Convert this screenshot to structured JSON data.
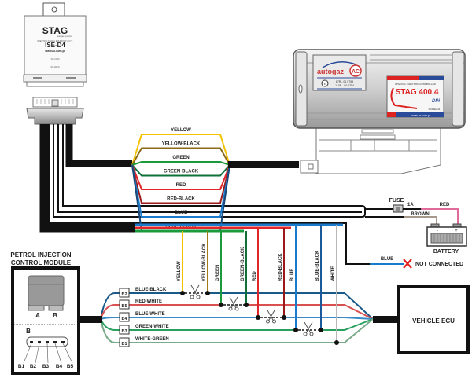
{
  "title": "STAG ISE-D4 wiring diagram",
  "emulator": {
    "brand": "STAG",
    "tagline": "autogas systems",
    "subtitle": "INJECTION SIGNAL EMULATOR 4 CYL.",
    "model": "ISE-D4",
    "website": "www.ac.com.pl",
    "code1": "S/N 000",
    "code2": "06-2010"
  },
  "controller": {
    "brand": "autogaz",
    "brand_logo": "AC",
    "homologation1": "67R - 01 5753",
    "homologation2": "110R - 00 5754",
    "label_top": "LPG/CNG INJECTION CONTROLLER",
    "model": "STAG 400.4",
    "model_suffix": "DPi",
    "model_code": "MODEL 41",
    "website": "www.ac.com.pl"
  },
  "upper_harness": {
    "wires": [
      {
        "label": "YELLOW",
        "color": "#f2c300"
      },
      {
        "label": "YELLOW-BLACK",
        "color": "#8b6a1a"
      },
      {
        "label": "GREEN",
        "color": "#1a9a3a"
      },
      {
        "label": "GREEN-BLACK",
        "color": "#10703a"
      },
      {
        "label": "RED",
        "color": "#e0262a"
      },
      {
        "label": "RED-BLACK",
        "color": "#9a1a1a"
      },
      {
        "label": "BLUE",
        "color": "#1a7acc"
      },
      {
        "label": "BLUE-BLACK",
        "color": "#1a4a7a"
      }
    ]
  },
  "power": {
    "fuse_label": "FUSE",
    "fuse_rating": "1A",
    "red_label": "RED",
    "brown_label": "BROWN",
    "battery_label": "BATTERY",
    "battery_minus": "-",
    "battery_plus": "+",
    "blue_label": "BLUE",
    "not_connected_label": "NOT CONNECTED"
  },
  "vertical_wires": [
    {
      "label": "YELLOW",
      "color": "#f2c300"
    },
    {
      "label": "YELLOW-BLACK",
      "color": "#a07a1a"
    },
    {
      "label": "GREEN",
      "color": "#1a9a3a"
    },
    {
      "label": "GREEN-BLACK",
      "color": "#10703a"
    },
    {
      "label": "RED",
      "color": "#e0262a"
    },
    {
      "label": "RED-BLACK",
      "color": "#9a1a1a"
    },
    {
      "label": "BLUE",
      "color": "#1a7acc"
    },
    {
      "label": "BLUE-BLACK",
      "color": "#1a5a9a"
    },
    {
      "label": "WHITE",
      "color": "#b8b8b8"
    }
  ],
  "pcm": {
    "title_line1": "PETROL INJECTION",
    "title_line2": "CONTROL MODULE",
    "connector_a": "A",
    "connector_b": "B",
    "pin_header": "B",
    "pins": [
      "B1",
      "B2",
      "B3",
      "B4",
      "B5"
    ]
  },
  "ecu_lines": [
    {
      "pin": "B2",
      "label": "BLUE-BLACK",
      "color": "#1a5a8a"
    },
    {
      "pin": "B5",
      "label": "RED-WHITE",
      "color": "#d85050"
    },
    {
      "pin": "B4",
      "label": "BLUE-WHITE",
      "color": "#3a8ac8"
    },
    {
      "pin": "B3",
      "label": "GREEN-WHITE",
      "color": "#2aa060"
    },
    {
      "pin": "B1",
      "label": "WHITE-GREEN",
      "color": "#7aaa8a"
    }
  ],
  "ecu": {
    "label": "VEHICLE ECU"
  }
}
